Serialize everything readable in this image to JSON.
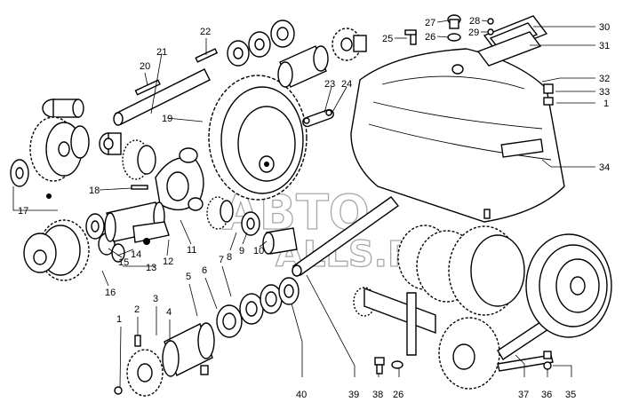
{
  "callouts": [
    {
      "id": "c1a",
      "text": "1"
    },
    {
      "id": "c2a",
      "text": "2"
    },
    {
      "id": "c3",
      "text": "3"
    },
    {
      "id": "c4",
      "text": "4"
    },
    {
      "id": "c5",
      "text": "5"
    },
    {
      "id": "c6",
      "text": "6"
    },
    {
      "id": "c7",
      "text": "7"
    },
    {
      "id": "c8",
      "text": "8"
    },
    {
      "id": "c9",
      "text": "9"
    },
    {
      "id": "c10",
      "text": "10"
    },
    {
      "id": "c11",
      "text": "11"
    },
    {
      "id": "c12",
      "text": "12"
    },
    {
      "id": "c13",
      "text": "13"
    },
    {
      "id": "c14",
      "text": "14"
    },
    {
      "id": "c15",
      "text": "15"
    },
    {
      "id": "c16",
      "text": "16"
    },
    {
      "id": "c17",
      "text": "17"
    },
    {
      "id": "c18",
      "text": "18"
    },
    {
      "id": "c19",
      "text": "19"
    },
    {
      "id": "c20",
      "text": "20"
    },
    {
      "id": "c21",
      "text": "21"
    },
    {
      "id": "c22",
      "text": "22"
    },
    {
      "id": "c23",
      "text": "23"
    },
    {
      "id": "c24",
      "text": "24"
    },
    {
      "id": "c25",
      "text": "25"
    },
    {
      "id": "c26a",
      "text": "26"
    },
    {
      "id": "c27",
      "text": "27"
    },
    {
      "id": "c28",
      "text": "28"
    },
    {
      "id": "c29",
      "text": "29"
    },
    {
      "id": "c30",
      "text": "30"
    },
    {
      "id": "c31",
      "text": "31"
    },
    {
      "id": "c32",
      "text": "32"
    },
    {
      "id": "c33",
      "text": "33"
    },
    {
      "id": "c1b",
      "text": "1"
    },
    {
      "id": "c34",
      "text": "34"
    },
    {
      "id": "c40",
      "text": "40"
    },
    {
      "id": "c39",
      "text": "39"
    },
    {
      "id": "c38",
      "text": "38"
    },
    {
      "id": "c26b",
      "text": "26"
    },
    {
      "id": "c37",
      "text": "37"
    },
    {
      "id": "c36",
      "text": "36"
    },
    {
      "id": "c35",
      "text": "35"
    }
  ],
  "watermark": {
    "line1": "ABTO",
    "line2": "ALLS.RU"
  },
  "colors": {
    "ink": "#000000",
    "paper": "#ffffff",
    "watermark": "#8a8a8a"
  }
}
